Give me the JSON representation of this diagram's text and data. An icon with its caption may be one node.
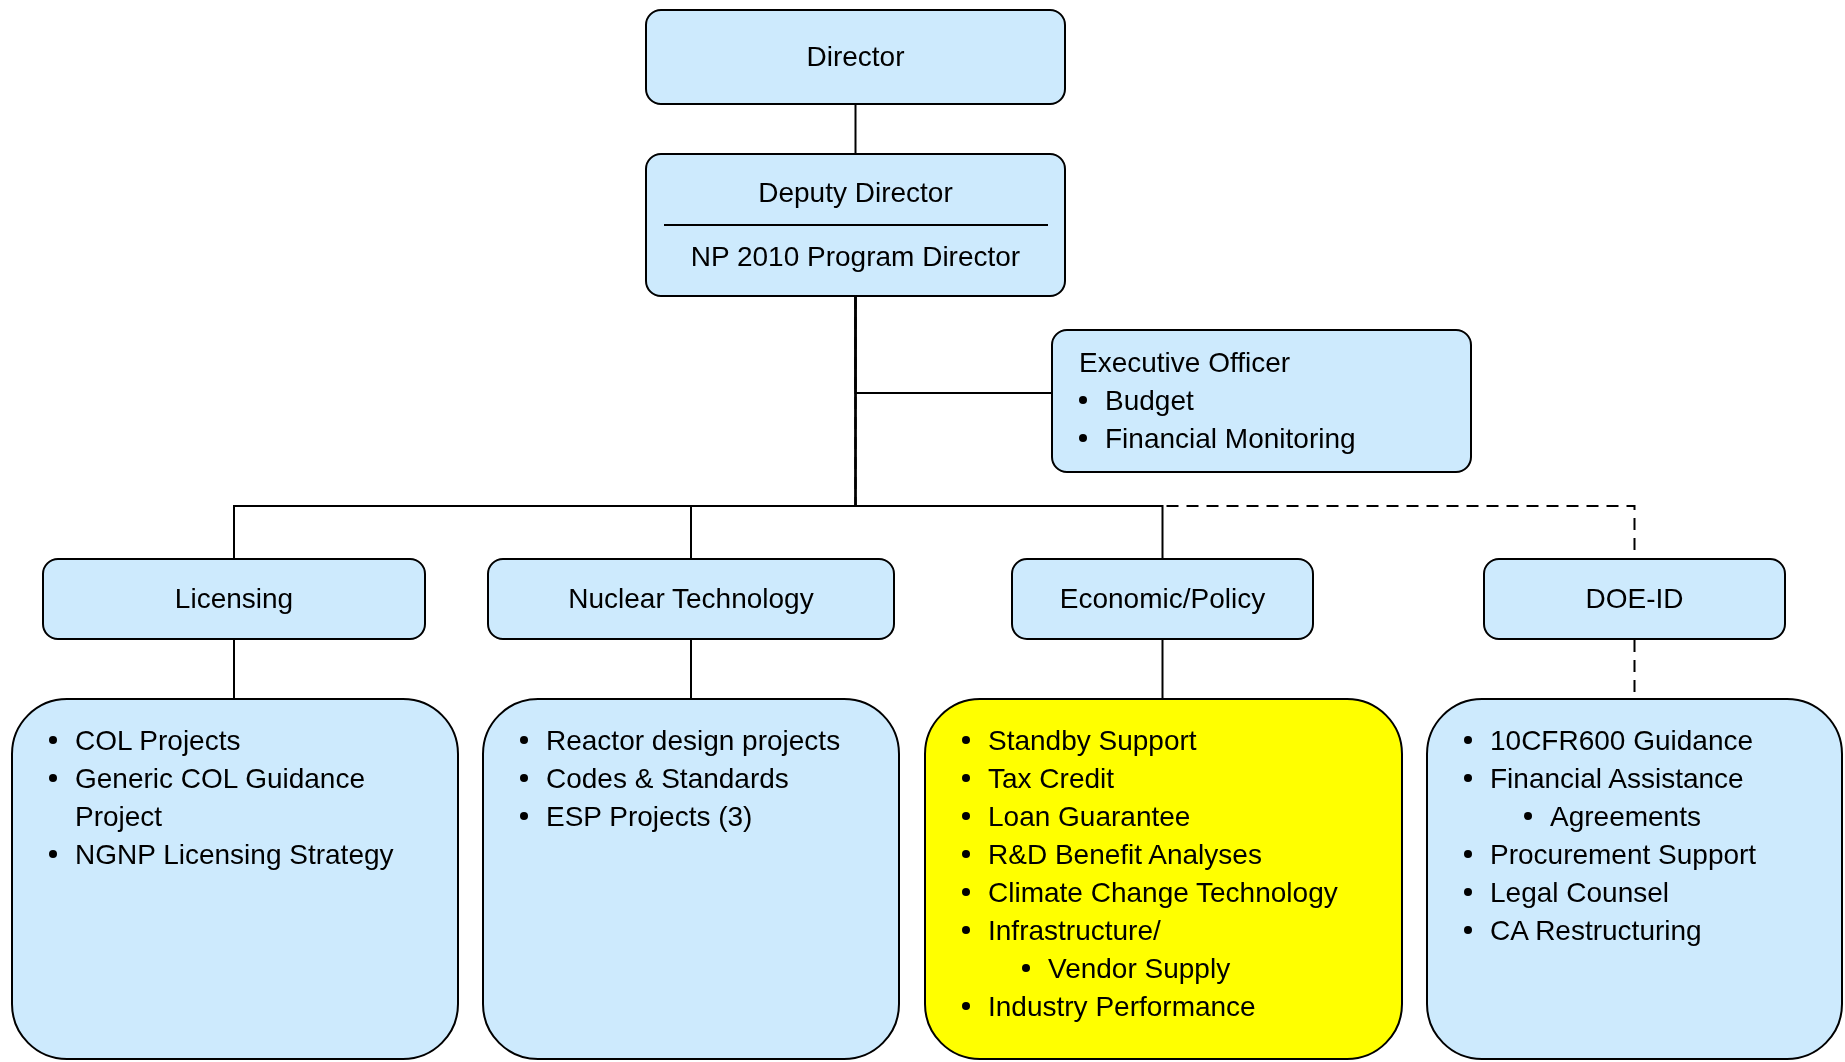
{
  "diagram": {
    "nodes": [
      {
        "text": [
          "Director"
        ]
      },
      {
        "text": [
          "Deputy Director",
          "NP 2010 Program Director"
        ]
      },
      {
        "text": [
          "Executive Officer",
          "Budget",
          "Financial Monitoring"
        ]
      },
      {
        "text": [
          "Licensing"
        ]
      },
      {
        "text": [
          "Nuclear Technology"
        ]
      },
      {
        "text": [
          "Economic/Policy"
        ]
      },
      {
        "text": [
          "DOE-ID"
        ]
      },
      {
        "text": [
          "COL Projects",
          "Generic COL Guidance Project",
          "NGNP Licensing Strategy"
        ]
      },
      {
        "text": [
          "Reactor design projects",
          "Codes & Standards",
          "ESP Projects (3)"
        ]
      },
      {
        "text": [
          "Standby Support",
          "Tax Credit",
          "Loan Guarantee",
          "R&D Benefit Analyses",
          "Climate Change Technology",
          "Infrastructure/",
          "Vendor Supply",
          "Industry Performance"
        ]
      },
      {
        "text": [
          "10CFR600 Guidance",
          "Financial Assistance",
          "Agreements",
          "Procurement Support",
          "Legal Counsel",
          "CA Restructuring"
        ]
      }
    ],
    "edges": [
      {
        "from": 0,
        "to": 1,
        "arrow": "none"
      },
      {
        "from": 1,
        "to": 2,
        "arrow": "none"
      },
      {
        "from": 1,
        "to": 3,
        "arrow": "none"
      },
      {
        "from": 1,
        "to": 4,
        "arrow": "none"
      },
      {
        "from": 1,
        "to": 5,
        "arrow": "none"
      },
      {
        "from": 1,
        "to": 6,
        "arrow": "none",
        "style": "dashed"
      },
      {
        "from": 3,
        "to": 7,
        "arrow": "none"
      },
      {
        "from": 4,
        "to": 8,
        "arrow": "none"
      },
      {
        "from": 5,
        "to": 9,
        "arrow": "none"
      },
      {
        "from": 6,
        "to": 10,
        "arrow": "none",
        "style": "dashed"
      }
    ]
  }
}
